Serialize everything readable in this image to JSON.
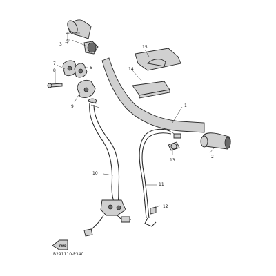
{
  "callouts": {
    "c1": "1",
    "c2": "2",
    "c3": "3",
    "c4": "4",
    "c5": "5",
    "c6": "6",
    "c7": "7",
    "c8": "8",
    "c9": "9",
    "c10": "10",
    "c11": "11",
    "c12": "12",
    "c13": "13",
    "c14": "14",
    "c15": "15"
  },
  "front_arrow_label": "FWD",
  "reference_code": "B291110-P340"
}
